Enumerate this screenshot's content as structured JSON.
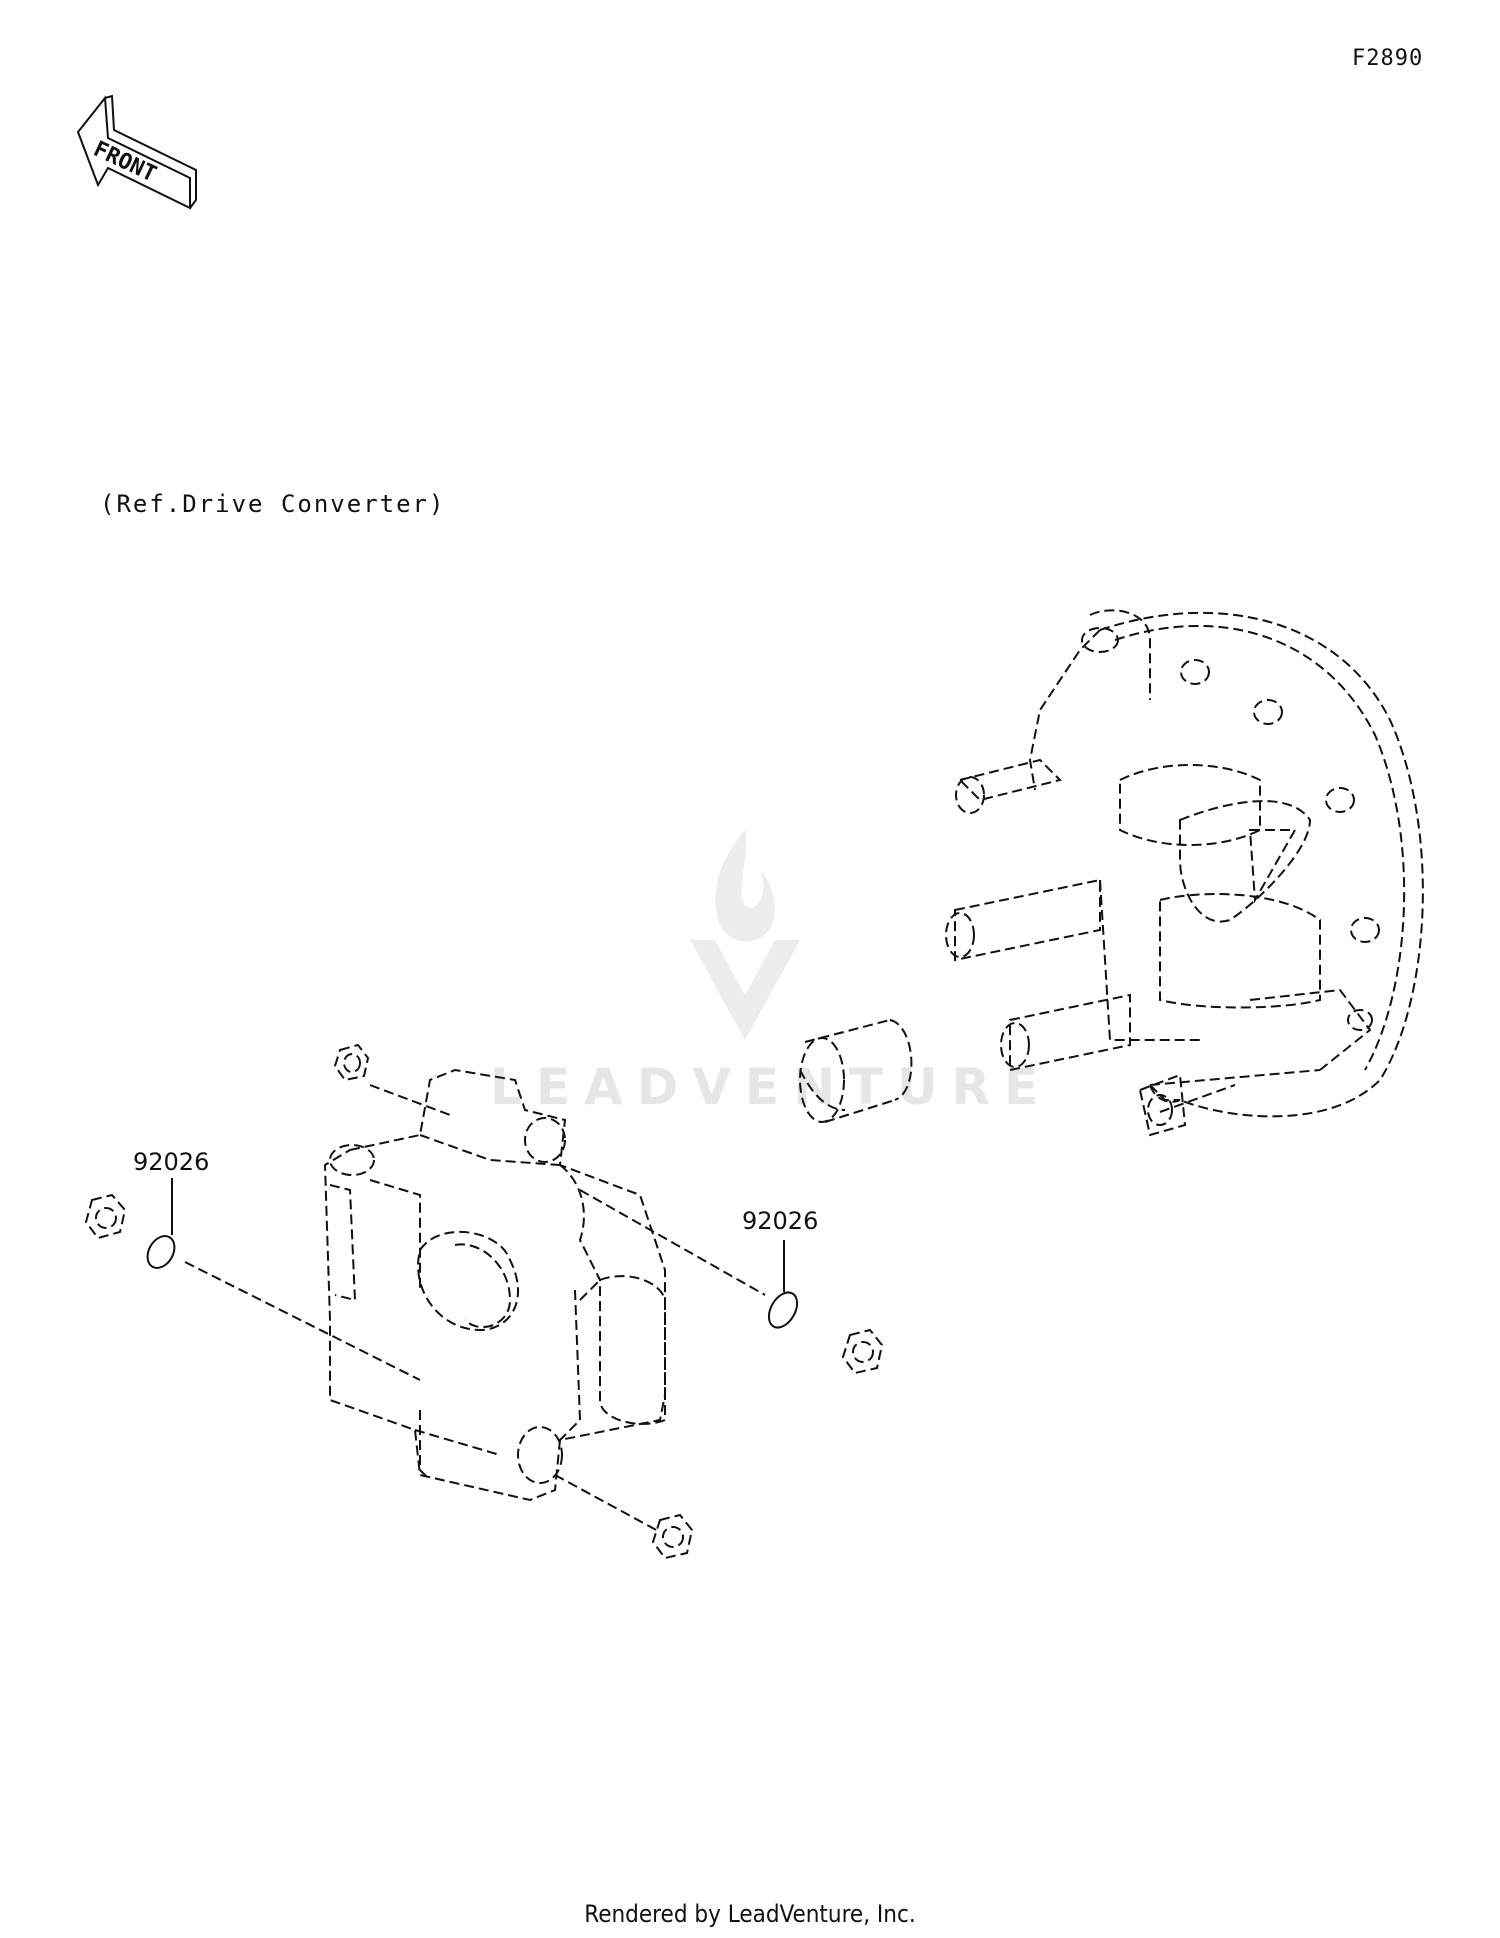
{
  "figure_code": "F2890",
  "front_label": "FRONT",
  "reference_label": "(Ref.Drive Converter)",
  "callouts": {
    "left_part_number": "92026",
    "right_part_number": "92026"
  },
  "watermark": "LEADVENTURE",
  "footer": "Rendered by LeadVenture, Inc."
}
